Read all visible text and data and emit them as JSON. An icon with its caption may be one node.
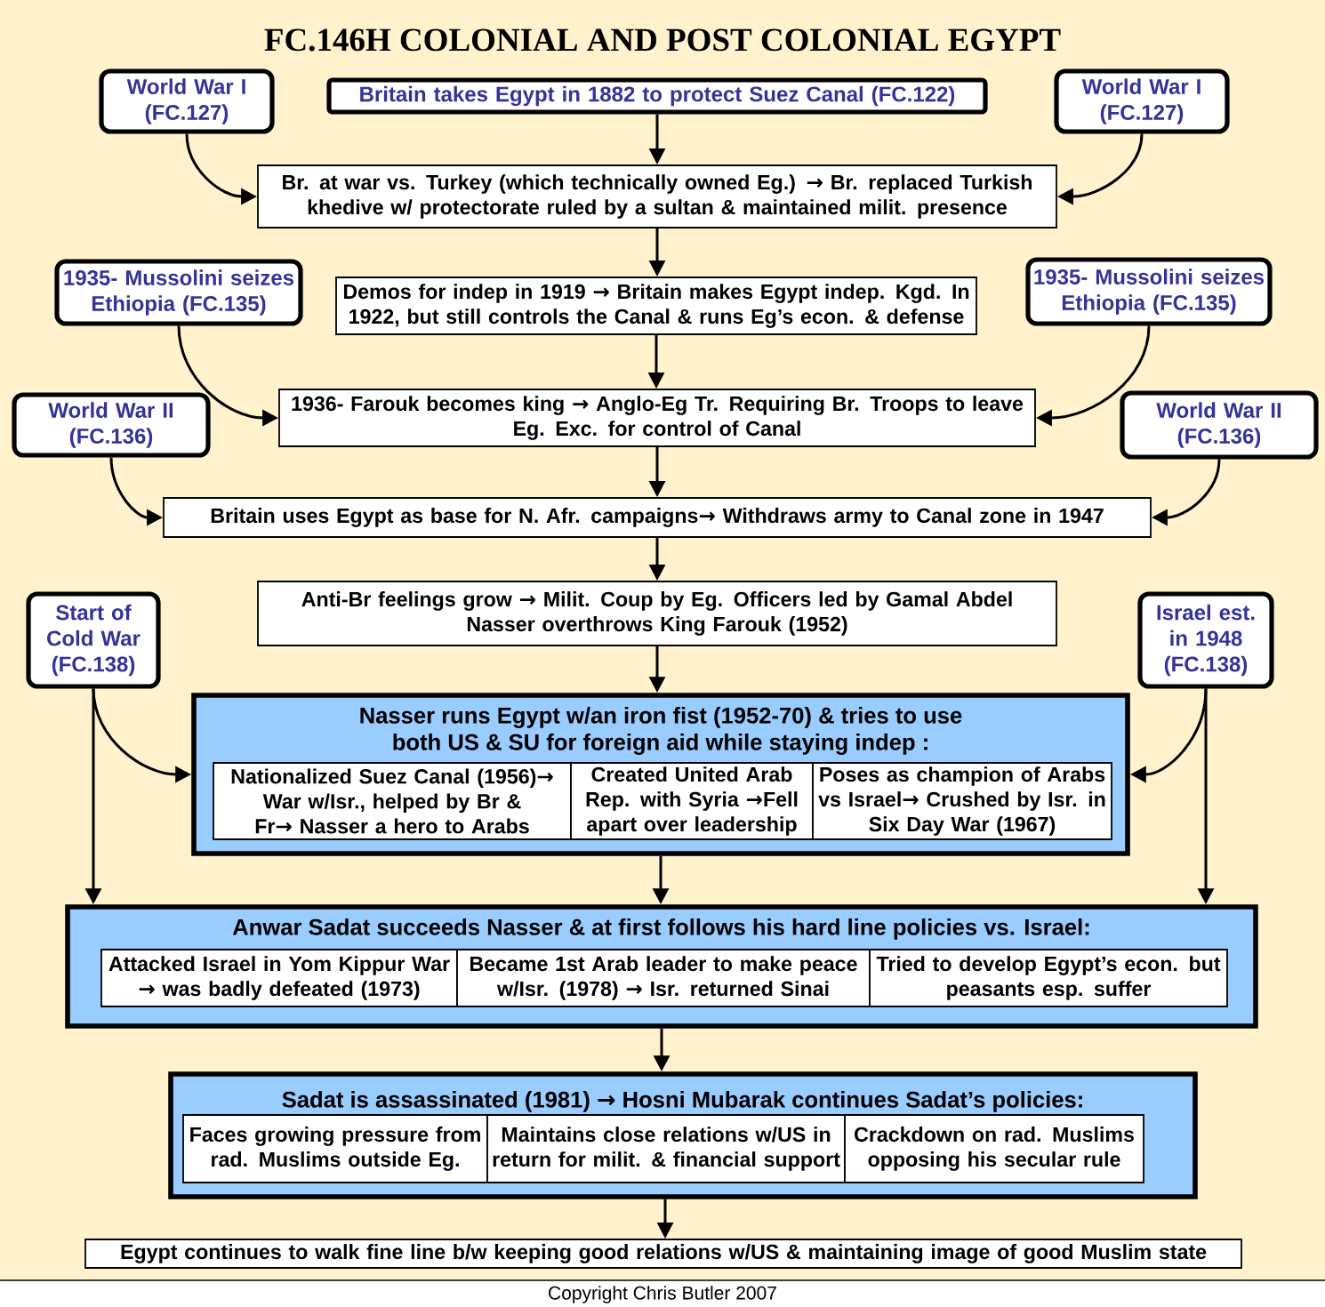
{
  "diagram": {
    "title": "FC.146H COLONIAL AND POST COLONIAL EGYPT",
    "nodes": [
      {
        "text": [
          "World War I (FC.127)"
        ]
      },
      {
        "text": [
          "Britain takes Egypt in 1882 to protect Suez Canal (FC.122)"
        ]
      },
      {
        "text": [
          "World War I (FC.127)"
        ]
      },
      {
        "text": [
          "Br. at war vs. Turkey (which technically owned Eg.) → Br. replaced Turkish khedive w/ protectorate ruled by a sultan & maintained milit. presence"
        ]
      },
      {
        "text": [
          "1935- Mussolini seizes Ethiopia (FC.135)"
        ]
      },
      {
        "text": [
          "Demos for indep in 1919 → Britain makes Egypt indep. Kgd. In 1922, but still controls the Canal & runs Eg’s econ. & defense"
        ]
      },
      {
        "text": [
          "1935- Mussolini seizes Ethiopia (FC.135)"
        ]
      },
      {
        "text": [
          "World War II (FC.136)"
        ]
      },
      {
        "text": [
          "1936- Farouk becomes king → Anglo-Eg Tr. Requiring Br. Troops to leave Eg. Exc. for control of Canal"
        ]
      },
      {
        "text": [
          "World War II (FC.136)"
        ]
      },
      {
        "text": [
          "Britain uses Egypt as base for N. Afr. campaigns→ Withdraws army to Canal zone in 1947"
        ]
      },
      {
        "text": [
          "Anti-Br feelings grow → Milit. Coup by Eg. Officers led by Gamal Abdel Nasser overthrows King Farouk (1952)"
        ]
      },
      {
        "text": [
          "Start of Cold War (FC.138)"
        ]
      },
      {
        "text": [
          "Israel est. in 1948 (FC.138)"
        ]
      },
      {
        "text": [
          "Nasser runs Egypt w/an iron fist (1952-70) & tries to use both US & SU for foreign aid while staying indep :"
        ]
      },
      {
        "text": [
          "Nationalized Suez Canal (1956)→ War w/Isr., helped by Br & Fr→ Nasser a hero to Arabs"
        ],
        "in": 14
      },
      {
        "text": [
          "Created United Arab Rep. with Syria →Fell apart over leadership"
        ],
        "in": 14
      },
      {
        "text": [
          "Poses as champion of Arabs vs Israel→ Crushed by Isr. in Six Day War (1967)"
        ],
        "in": 14
      },
      {
        "text": [
          "Anwar Sadat succeeds Nasser & at first follows his hard line policies vs. Israel:"
        ]
      },
      {
        "text": [
          "Attacked Israel in Yom Kippur War → was badly defeated (1973)"
        ],
        "in": 18
      },
      {
        "text": [
          "Became 1st Arab leader to make peace w/Isr. (1978) → Isr. returned Sinai"
        ],
        "in": 18
      },
      {
        "text": [
          "Tried to develop Egypt’s econ. but peasants esp. suffer"
        ],
        "in": 18
      },
      {
        "text": [
          "Sadat is assassinated (1981) → Hosni Mubarak continues Sadat’s policies:"
        ]
      },
      {
        "text": [
          "Faces growing pressure from rad. Muslims outside Eg."
        ],
        "in": 22
      },
      {
        "text": [
          "Maintains close relations w/US in return for milit. & financial support"
        ],
        "in": 22
      },
      {
        "text": [
          "Crackdown on rad. Muslims opposing his secular rule"
        ],
        "in": 22
      },
      {
        "text": [
          "Egypt continues to walk fine line b/w keeping good relations w/US & maintaining image of good Muslim state"
        ]
      }
    ],
    "edges": [
      {
        "from": 1,
        "to": 3,
        "arrow": "to"
      },
      {
        "from": 0,
        "to": 3,
        "arrow": "to"
      },
      {
        "from": 2,
        "to": 3,
        "arrow": "to"
      },
      {
        "from": 3,
        "to": 5,
        "arrow": "to"
      },
      {
        "from": 4,
        "to": 8,
        "arrow": "to"
      },
      {
        "from": 6,
        "to": 8,
        "arrow": "to"
      },
      {
        "from": 5,
        "to": 8,
        "arrow": "to"
      },
      {
        "from": 7,
        "to": 10,
        "arrow": "to"
      },
      {
        "from": 9,
        "to": 10,
        "arrow": "to"
      },
      {
        "from": 8,
        "to": 10,
        "arrow": "to"
      },
      {
        "from": 10,
        "to": 11,
        "arrow": "to"
      },
      {
        "from": 11,
        "to": 14,
        "arrow": "to"
      },
      {
        "from": 12,
        "to": 14,
        "arrow": "to"
      },
      {
        "from": 13,
        "to": 14,
        "arrow": "to"
      },
      {
        "from": 12,
        "to": 18,
        "arrow": "to"
      },
      {
        "from": 13,
        "to": 18,
        "arrow": "to"
      },
      {
        "from": 14,
        "to": 18,
        "arrow": "to"
      },
      {
        "from": 18,
        "to": 22,
        "arrow": "to"
      },
      {
        "from": 22,
        "to": 26,
        "arrow": "to"
      }
    ],
    "labels": [
      "Copyright Chris Butler 2007"
    ]
  }
}
